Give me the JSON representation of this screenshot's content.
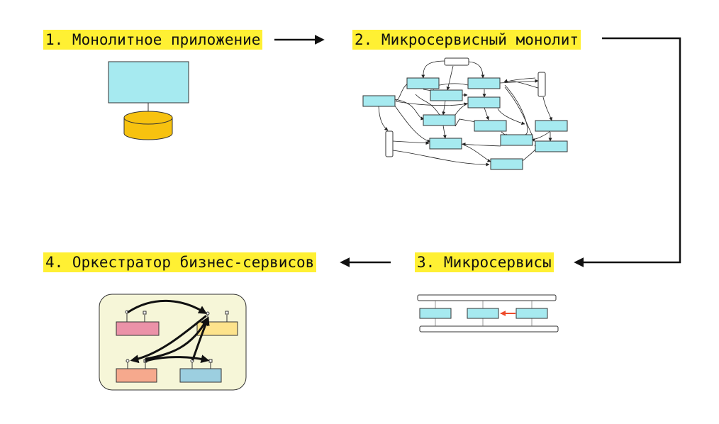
{
  "stages": {
    "monolith": {
      "title": "1. Монолитное приложение"
    },
    "micro_monolith": {
      "title": "2. Микросервисный монолит"
    },
    "microservices": {
      "title": "3. Микросервисы"
    },
    "orchestrator": {
      "title": "4. Оркестратор бизнес-сервисов"
    }
  },
  "colors": {
    "highlight": "#fff033",
    "service_box": "#a6eaf0",
    "database": "#f7c20f",
    "orchestrator_bg": "#f6f6d8",
    "svc_pink": "#eb92a8",
    "svc_yellow": "#fde38c",
    "svc_salmon": "#f6a98d",
    "svc_blue": "#9ccfe0",
    "red_arrow": "#ee4b2b"
  }
}
